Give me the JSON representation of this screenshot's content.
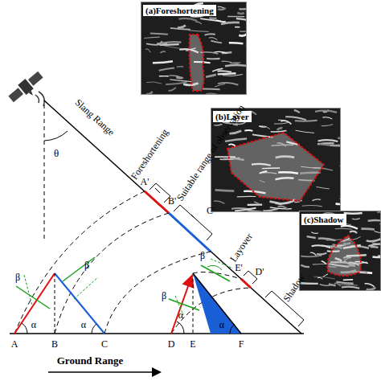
{
  "diagram": {
    "nodes": [
      {
        "text": [
          "(a)Foreshortening"
        ]
      },
      {
        "text": [
          "(b)Layer"
        ]
      },
      {
        "text": [
          "(c)Shadow"
        ]
      }
    ],
    "labels": [
      "Slang Range",
      "θ",
      "Foreshortening",
      "Suitable range of observation",
      "A'",
      "B'",
      "C'",
      "Layover",
      "E'",
      "D'",
      "Shadow",
      "β",
      "β",
      "β",
      "β",
      "α",
      "α",
      "α",
      "α",
      "A",
      "B",
      "C",
      "D",
      "E",
      "F",
      "Ground Range"
    ]
  }
}
